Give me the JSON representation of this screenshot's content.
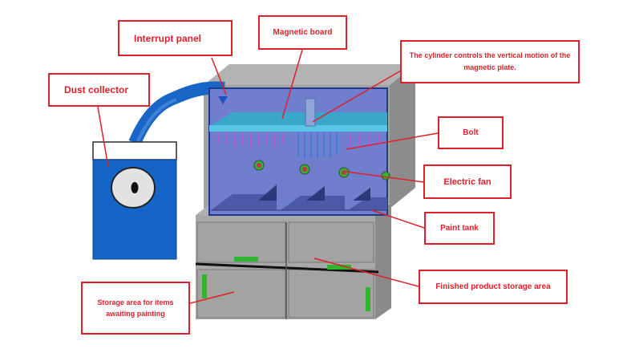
{
  "labels": {
    "interrupt_panel": "Interrupt panel",
    "magnetic_board": "Magnetic board",
    "cylinder": "The cylinder controls the vertical motion of the magnetic plate.",
    "dust_collector": "Dust collector",
    "bolt": "Bolt",
    "electric_fan": "Electric fan",
    "paint_tank": "Paint tank",
    "finished_storage": "Finished product storage area",
    "storage_awaiting": "Storage area for items awaiting painting"
  },
  "colors": {
    "label_red": "#e0202a",
    "cabinet_gray": "#a3a3a3",
    "cabinet_dark": "#8a8a8a",
    "chamber_blue": "#6f7fce",
    "dust_collector_blue": "#1565c8",
    "pipe_blue": "#1a66c6",
    "magnetic_board_cyan": "#3aa6c8",
    "bolt_purple": "#b05bd8",
    "bolt_blue": "#3f7bd8",
    "handle_green": "#2fb52f"
  }
}
